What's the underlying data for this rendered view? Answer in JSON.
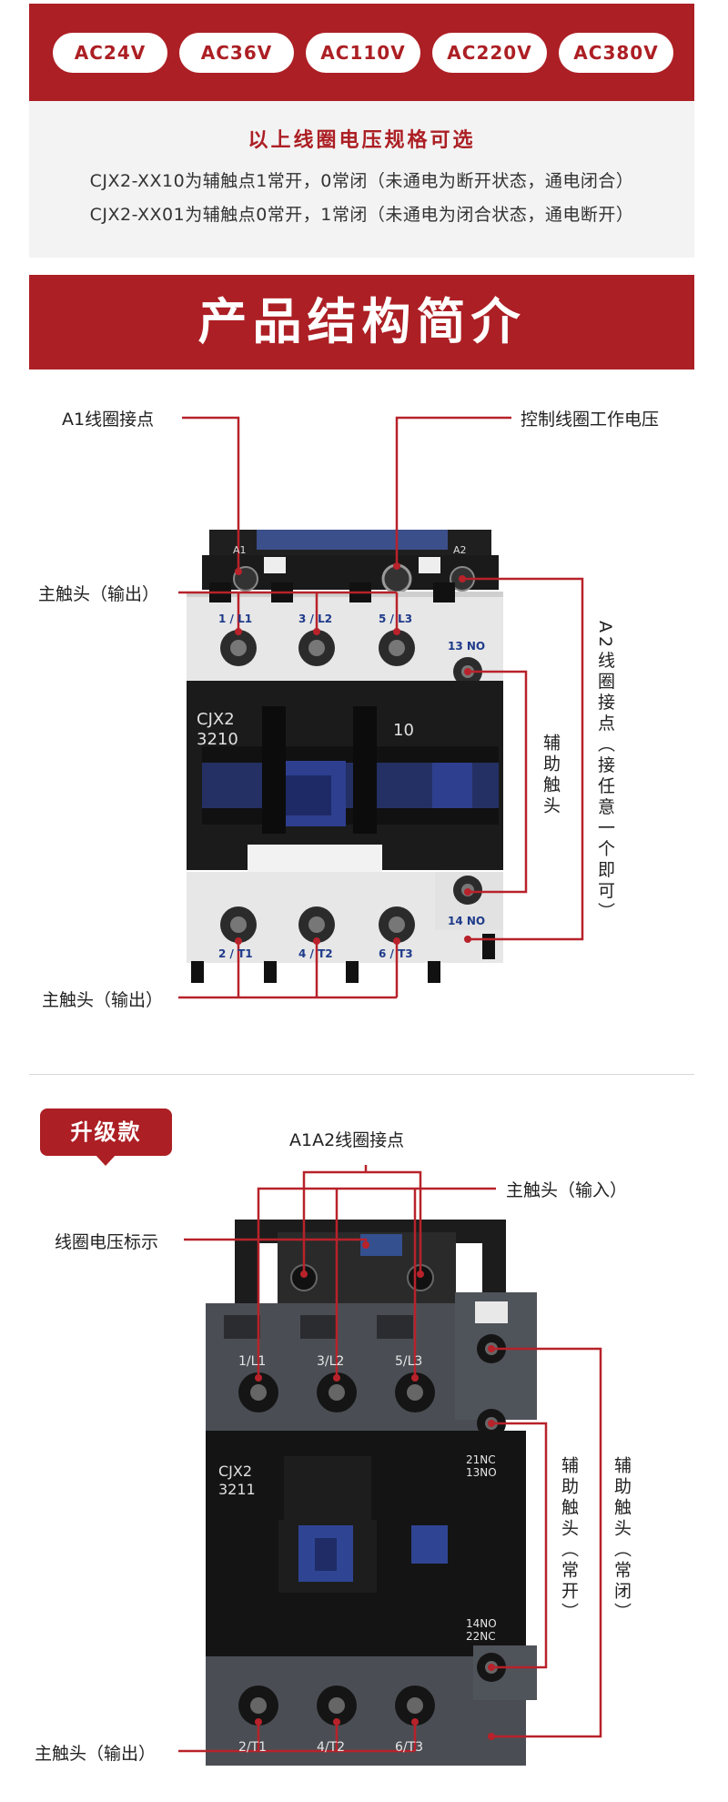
{
  "voltages": [
    "AC24V",
    "AC36V",
    "AC110V",
    "AC220V",
    "AC380V"
  ],
  "note": {
    "title": "以上线圈电压规格可选",
    "line1": "CJX2-XX10为辅触点1常开，0常闭（未通电为断开状态，通电闭合）",
    "line2": "CJX2-XX01为辅触点0常开，1常闭（未通电为闭合状态，通电断开）"
  },
  "banner": "产品结构简介",
  "product1": {
    "label_a1": "A1线圈接点",
    "label_coil_voltage": "控制线圈工作电压",
    "label_main_out_top": "主触头（输出）",
    "label_aux": "辅助触头",
    "label_a2": "A2线圈接点（接任意一个即可）",
    "label_main_out_bottom": "主触头（输出）",
    "model_line1": "CJX2",
    "model_line2": "3210",
    "model_code": "10",
    "term_l1": "1 / L1",
    "term_l2": "3 / L2",
    "term_l3": "5 / L3",
    "term_13": "13 NO",
    "term_14": "14 NO",
    "term_t1": "2 / T1",
    "term_t2": "4 / T2",
    "term_t3": "6 / T3",
    "term_a1": "A1",
    "term_a2": "A2"
  },
  "product2": {
    "tag": "升级款",
    "label_a1a2": "A1A2线圈接点",
    "label_main_in": "主触头（输入）",
    "label_coil_mark": "线圈电压标示",
    "label_aux_no": "辅助触头（常开）",
    "label_aux_nc": "辅助触头（常闭）",
    "label_main_out": "主触头（输出）",
    "model_line1": "CJX2",
    "model_line2": "3211",
    "term_l1": "1/L1",
    "term_l2": "3/L2",
    "term_l3": "5/L3",
    "term_21": "21NC",
    "term_13": "13NO",
    "term_14": "14NO",
    "term_22": "22NC",
    "term_t1": "2/T1",
    "term_t2": "4/T2",
    "term_t3": "6/T3"
  },
  "colors": {
    "brand_red": "#ac1f24",
    "note_bg": "#f3f3f3",
    "callout_red": "#b8222a"
  }
}
